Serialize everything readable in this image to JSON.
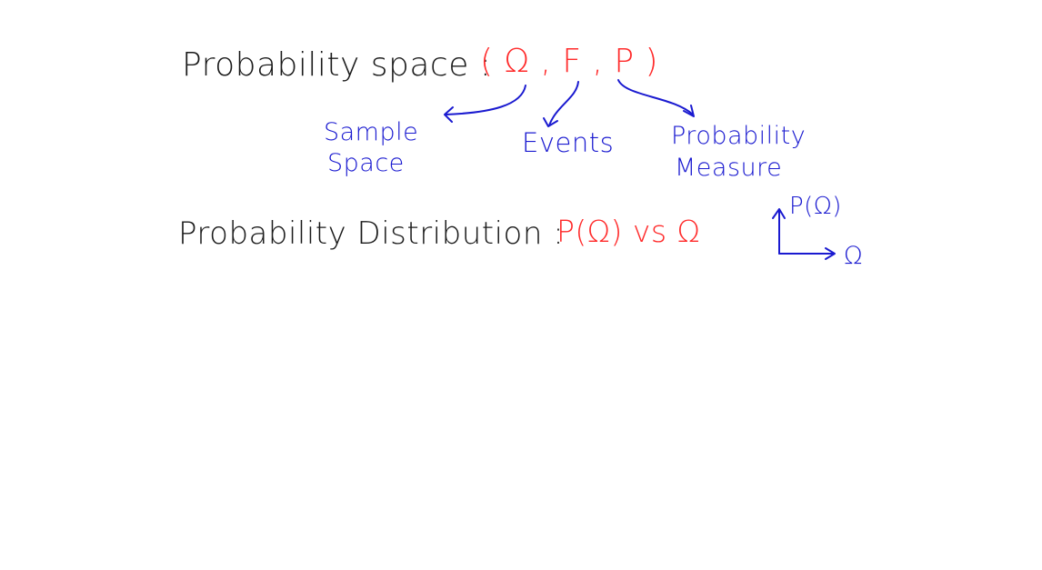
{
  "probability_space": {
    "label": "Probability space :",
    "tuple": "( Ω , F , P )",
    "components": {
      "sample_space_line1": "Sample",
      "sample_space_line2": "Space",
      "events": "Events",
      "measure_line1": "Probability",
      "measure_line2": "Measure"
    }
  },
  "probability_distribution": {
    "label": "Probability Distribution :",
    "expression": "P(Ω) vs Ω",
    "axes": {
      "y_label": "P(Ω)",
      "x_label": "Ω"
    }
  },
  "colors": {
    "black_ink": "#1a1a1a",
    "red_ink": "#ff2a2a",
    "blue_ink": "#1a1ad0"
  }
}
